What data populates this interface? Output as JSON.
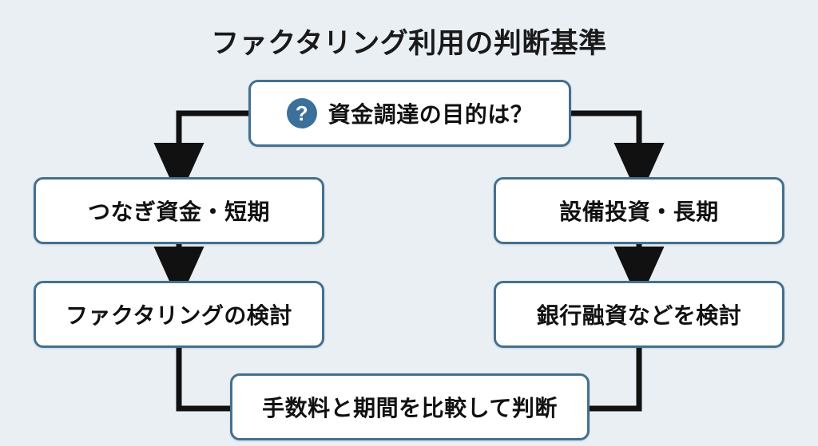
{
  "diagram": {
    "title": "ファクタリング利用の判断基準",
    "background_color": "#eaeff4",
    "node_border_color": "#44708f",
    "node_fill_color": "#ffffff",
    "connector_color": "#111111",
    "accent_color": "#3a7099",
    "type": "flowchart",
    "nodes": {
      "decision": {
        "label": "資金調達の目的は？",
        "icon": "question-mark-icon",
        "icon_glyph": "?"
      },
      "left_top": {
        "label": "つなぎ資金・短期"
      },
      "right_top": {
        "label": "設備投資・長期"
      },
      "left_bottom": {
        "label": "ファクタリングの検討"
      },
      "right_bottom": {
        "label": "銀行融資などを検討"
      },
      "merge": {
        "label": "手数料と期間を比較して判断"
      }
    },
    "edges": [
      {
        "from": "decision",
        "to": "left_top",
        "style": "elbow-left",
        "arrow": true
      },
      {
        "from": "decision",
        "to": "right_top",
        "style": "elbow-right",
        "arrow": true
      },
      {
        "from": "left_top",
        "to": "left_bottom",
        "style": "straight-down",
        "arrow": true
      },
      {
        "from": "right_top",
        "to": "right_bottom",
        "style": "straight-down",
        "arrow": true
      },
      {
        "from": "left_bottom",
        "to": "merge",
        "style": "elbow-down-right",
        "arrow": false
      },
      {
        "from": "right_bottom",
        "to": "merge",
        "style": "elbow-down-left",
        "arrow": false
      }
    ]
  }
}
